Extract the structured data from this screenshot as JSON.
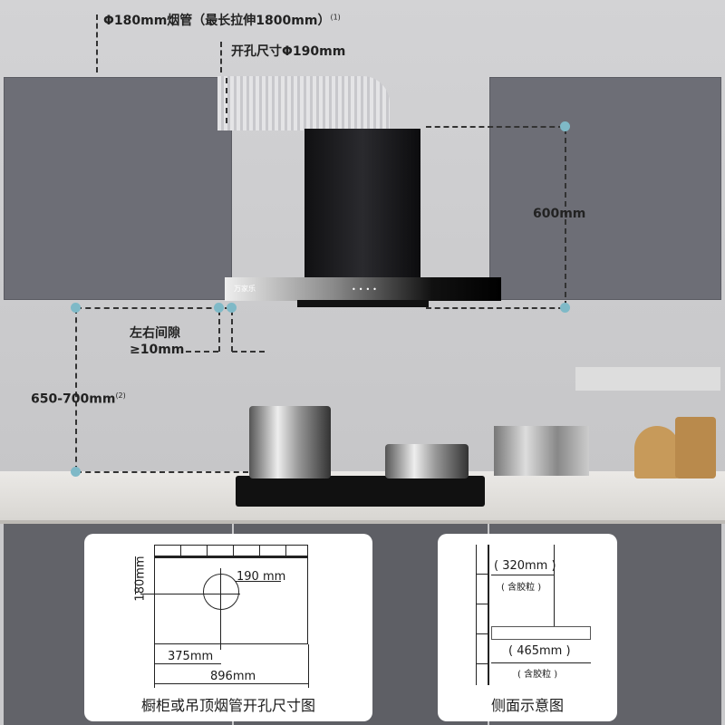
{
  "annotations": {
    "duct": "Φ180mm烟管（最长拉伸1800mm）",
    "duct_note": "(1)",
    "hole": "开孔尺寸Φ190mm",
    "height_hood": "600mm",
    "gap_title": "左右间隙",
    "gap_value": "≥10mm",
    "install_height": "650-700mm",
    "install_note": "(2)"
  },
  "hood": {
    "brand": "万家乐"
  },
  "front_diagram": {
    "caption": "橱柜或吊顶烟管开孔尺寸图",
    "depth": "180mm",
    "diameter": "190 mm",
    "offset": "375mm",
    "width": "896mm"
  },
  "side_diagram": {
    "caption": "侧面示意图",
    "top_depth": "( 320mm )",
    "top_note": "( 含胶粒 )",
    "bottom_depth": "( 465mm )",
    "bottom_note": "( 含胶粒 )"
  }
}
